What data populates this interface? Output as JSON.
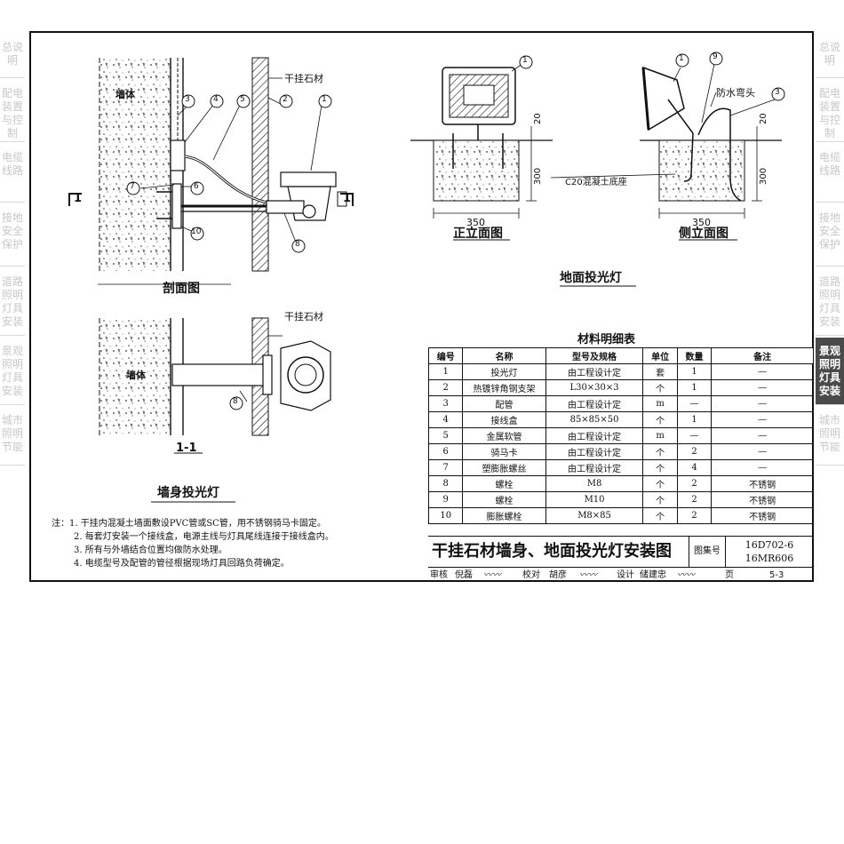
{
  "left_tabs": [
    "总说明",
    "配电装置与控制",
    "电缆线路",
    "接地安全保护",
    "道路照明灯具安装",
    "景观照明灯具安装",
    "城市照明节能"
  ],
  "right_tabs": [
    {
      "label": "总说明",
      "active": false
    },
    {
      "label": "配电装置与控制",
      "active": false
    },
    {
      "label": "电缆线路",
      "active": false
    },
    {
      "label": "接地安全保护",
      "active": false
    },
    {
      "label": "道路照明灯具安装",
      "active": false
    },
    {
      "label": "景观照明灯具安装",
      "active": true
    },
    {
      "label": "城市照明节能",
      "active": false
    }
  ],
  "wall": {
    "section_title": "剖面图",
    "section_label": "1-1",
    "section_mark": "1",
    "wall_label": "墙体",
    "stone_label": "干挂石材",
    "title": "墙身投光灯",
    "callouts": [
      "1",
      "2",
      "3",
      "4",
      "5",
      "6",
      "7",
      "8",
      "10"
    ]
  },
  "ground": {
    "front_title": "正立面图",
    "side_title": "侧立面图",
    "title": "地面投光灯",
    "base_label": "C20混凝土底座",
    "waterproof_label": "防水弯头",
    "dim_width": "350",
    "dim_height": "300",
    "dim_top": "20",
    "callouts_front": [
      "1"
    ],
    "callouts_side": [
      "1",
      "9",
      "3"
    ]
  },
  "materials": {
    "title": "材料明细表",
    "headers": [
      "编号",
      "名称",
      "型号及规格",
      "单位",
      "数量",
      "备注"
    ],
    "rows": [
      [
        "1",
        "投光灯",
        "由工程设计定",
        "套",
        "1",
        "—"
      ],
      [
        "2",
        "热镀锌角钢支架",
        "L30×30×3",
        "个",
        "1",
        "—"
      ],
      [
        "3",
        "配管",
        "由工程设计定",
        "m",
        "—",
        "—"
      ],
      [
        "4",
        "接线盒",
        "85×85×50",
        "个",
        "1",
        "—"
      ],
      [
        "5",
        "金属软管",
        "由工程设计定",
        "m",
        "—",
        "—"
      ],
      [
        "6",
        "骑马卡",
        "由工程设计定",
        "个",
        "2",
        "—"
      ],
      [
        "7",
        "塑膨胀螺丝",
        "由工程设计定",
        "个",
        "4",
        "—"
      ],
      [
        "8",
        "螺栓",
        "M8",
        "个",
        "2",
        "不锈钢"
      ],
      [
        "9",
        "螺栓",
        "M10",
        "个",
        "2",
        "不锈钢"
      ],
      [
        "10",
        "膨胀螺栓",
        "M8×85",
        "个",
        "2",
        "不锈钢"
      ]
    ]
  },
  "notes": [
    "注：1. 干挂内混凝土墙面敷设PVC管或SC管，用不锈钢骑马卡固定。",
    "2. 每套灯安装一个接线盒，电源主线与灯具尾线连接于接线盒内。",
    "3. 所有与外墙结合位置均做防水处理。",
    "4. 电缆型号及配管的管径根据现场灯具回路负荷确定。"
  ],
  "title_block": {
    "title": "干挂石材墙身、地面投光灯安装图",
    "atlas_label": "图集号",
    "atlas_no_1": "16D702-6",
    "atlas_no_2": "16MR606",
    "review": "审核",
    "reviewer": "倪磊",
    "check": "校对",
    "checker": "胡彦",
    "design": "设计",
    "designer": "储建忠",
    "page_label": "页",
    "page": "5-3"
  }
}
